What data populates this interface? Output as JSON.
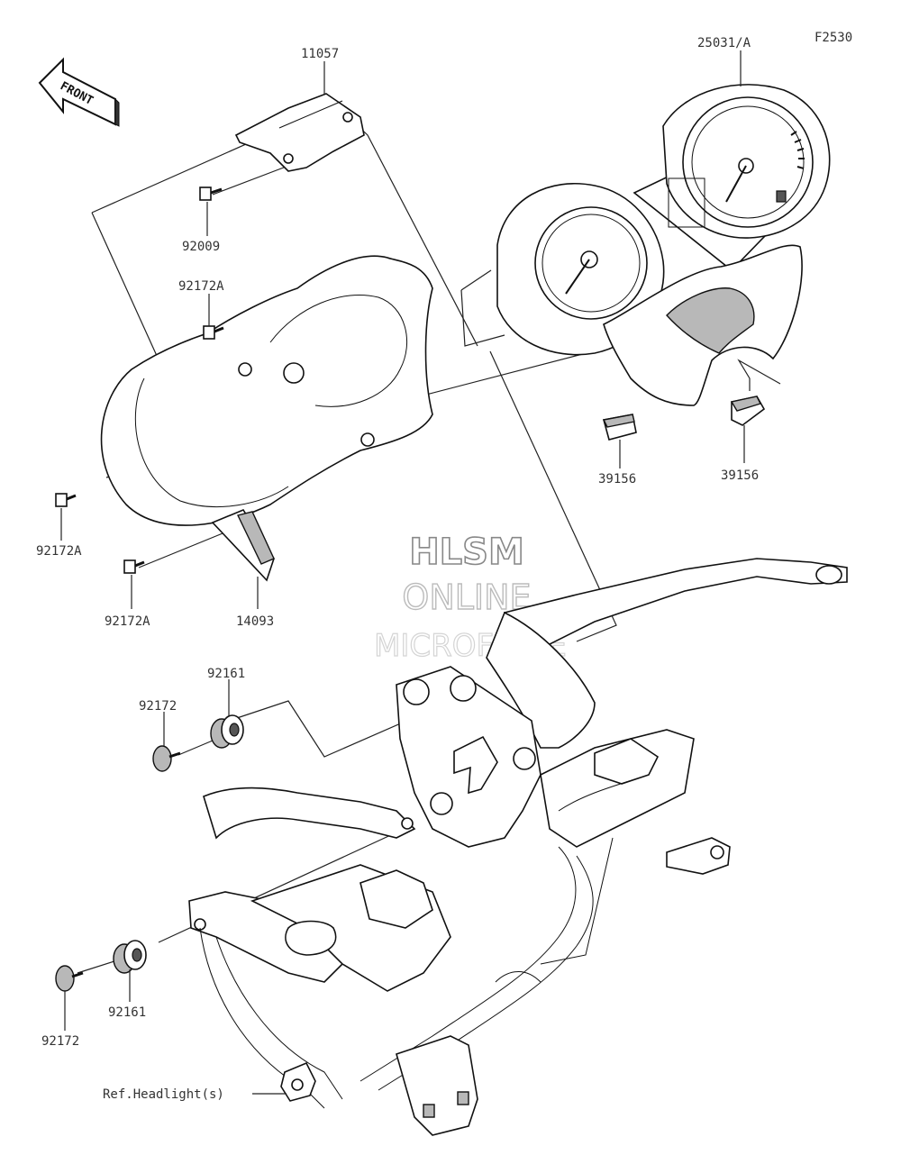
{
  "figure_code": "F2530",
  "front_label": "FRONT",
  "watermark": {
    "line1": "HLSM",
    "line2": "ONLINE",
    "line3": "MICROFICHE"
  },
  "parts": {
    "bracket_cover": "11057",
    "meter_assy": "25031/A",
    "screw_top": "92009",
    "screw_a_upper": "92172A",
    "screw_a_mid": "92172A",
    "screw_a_lower": "92172A",
    "cover_meter": "14093",
    "damper_right": "39156",
    "damper_left": "39156",
    "grommet_upper": "92161",
    "grommet_lower": "92161",
    "screw_upper": "92172",
    "screw_lower": "92172"
  },
  "reference": "Ref.Headlight(s)"
}
